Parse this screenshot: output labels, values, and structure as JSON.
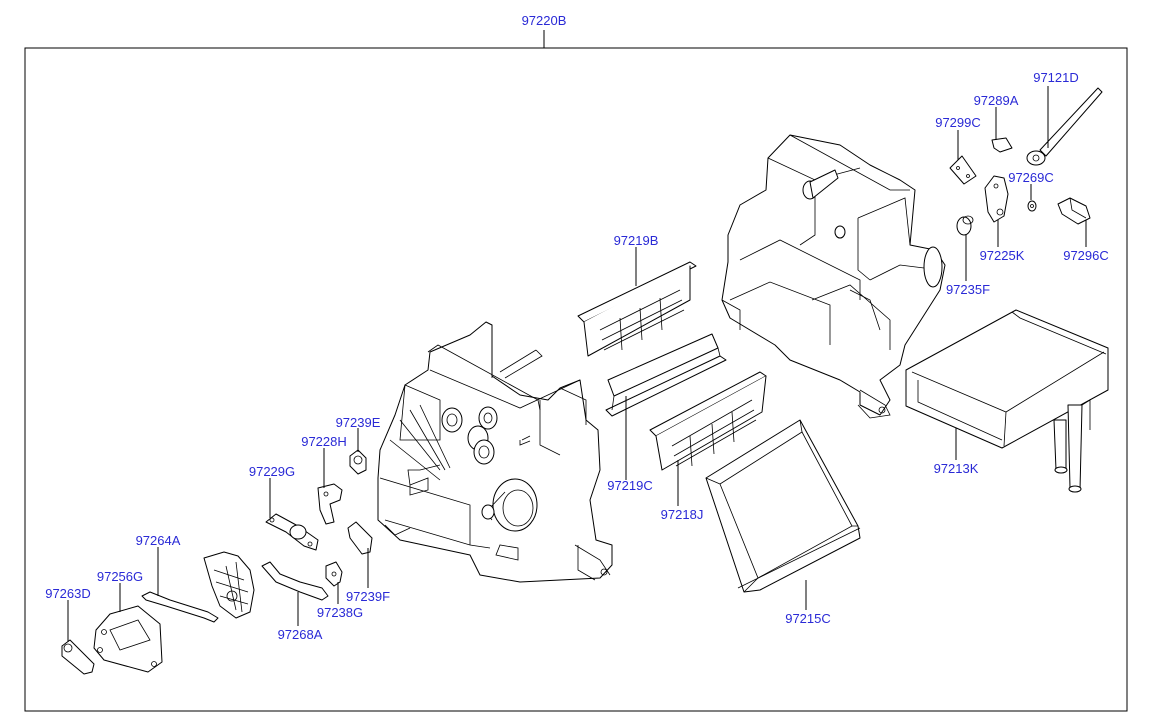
{
  "diagram": {
    "assembly_label": "97220B",
    "part_labels": {
      "p97121D": "97121D",
      "p97289A": "97289A",
      "p97299C": "97299C",
      "p97269C": "97269C",
      "p97225K": "97225K",
      "p97296C": "97296C",
      "p97235F": "97235F",
      "p97219B": "97219B",
      "p97213K": "97213K",
      "p97239E": "97239E",
      "p97228H": "97228H",
      "p97229G": "97229G",
      "p97219C": "97219C",
      "p97218J": "97218J",
      "p97264A": "97264A",
      "p97256G": "97256G",
      "p97263D": "97263D",
      "p97239F": "97239F",
      "p97238G": "97238G",
      "p97268A": "97268A",
      "p97215C": "97215C"
    },
    "label_color": "#2a2ad6"
  }
}
